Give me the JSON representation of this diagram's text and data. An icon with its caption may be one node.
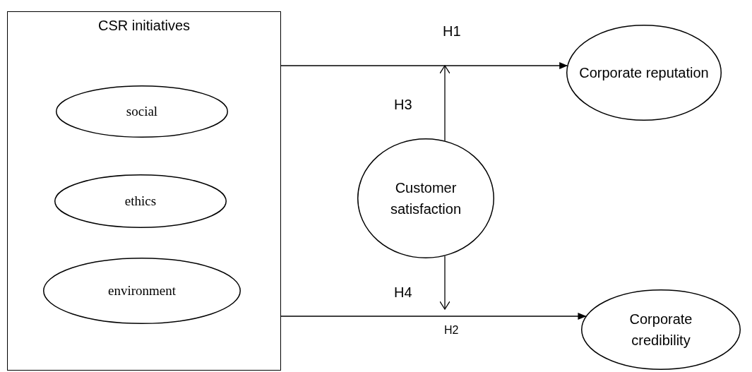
{
  "diagram": {
    "nodes": [
      {
        "text": [
          "CSR initiatives"
        ]
      },
      {
        "text": [
          "social"
        ],
        "in": 0
      },
      {
        "text": [
          "ethics"
        ],
        "in": 0
      },
      {
        "text": [
          "environment"
        ],
        "in": 0
      },
      {
        "text": [
          "Corporate reputation"
        ]
      },
      {
        "text": [
          "Customer satisfaction"
        ]
      },
      {
        "text": [
          "Corporate credibility"
        ]
      }
    ],
    "edges": [
      {
        "from": 0,
        "to": 4,
        "arrow": "to",
        "label": "H1"
      },
      {
        "from": 0,
        "to": 6,
        "arrow": "to",
        "label": "H2"
      },
      {
        "from": 5,
        "to": null,
        "arrow": "to",
        "label": "H3"
      },
      {
        "from": 5,
        "to": null,
        "arrow": "to",
        "label": "H4"
      }
    ]
  }
}
